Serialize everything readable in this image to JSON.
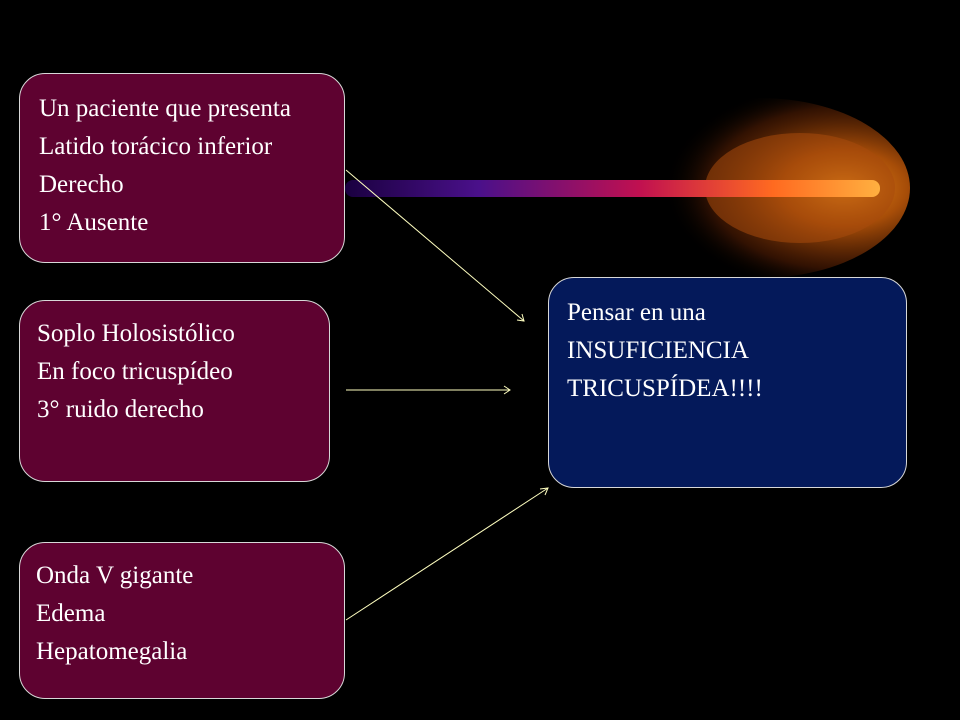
{
  "colors": {
    "background": "#000000",
    "symptom_box": "#5e0230",
    "conclusion_box": "#04195a",
    "arrow": "#ffffc0"
  },
  "boxes": {
    "box1": {
      "lines": [
        "Un paciente que presenta",
        "Latido torácico inferior",
        "Derecho",
        "1° Ausente"
      ]
    },
    "box2": {
      "lines": [
        "Soplo Holosistólico",
        "En foco tricuspídeo",
        "3° ruido derecho"
      ]
    },
    "box3": {
      "lines": [
        "Onda V gigante",
        "Edema",
        "Hepatomegalia"
      ]
    },
    "conclusion": {
      "lines": [
        "Pensar en una",
        "INSUFICIENCIA",
        "TRICUSPÍDEA!!!!"
      ]
    }
  },
  "decoration": {
    "name": "comet-streak"
  }
}
